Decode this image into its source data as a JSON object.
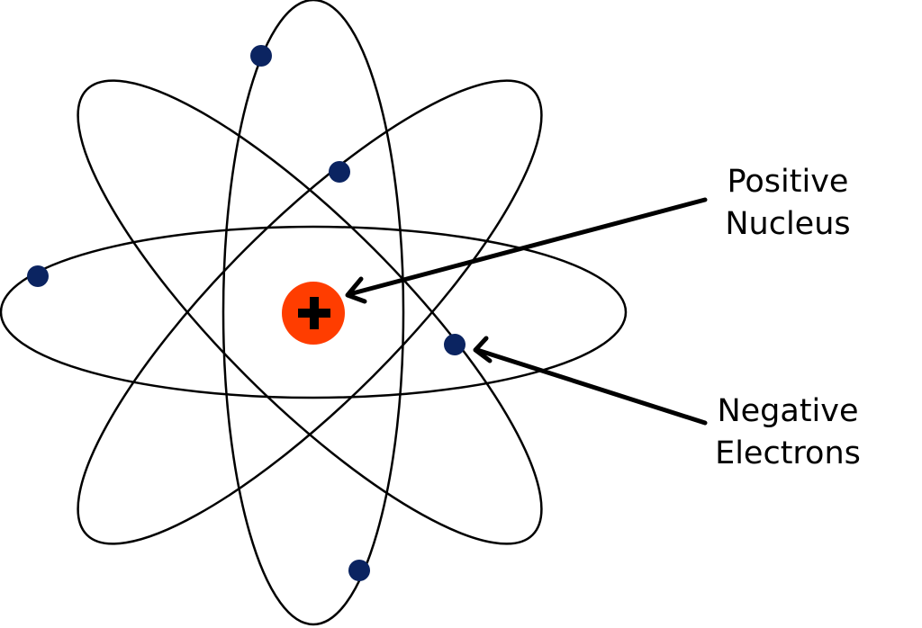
{
  "labels": {
    "nucleus_line1": "Positive",
    "nucleus_line2": "Nucleus",
    "electrons_line1": "Negative",
    "electrons_line2": "Electrons",
    "nucleus_symbol": "+"
  },
  "colors": {
    "nucleus": "#ff3d00",
    "electron": "#0b2461",
    "orbit": "#000000"
  }
}
